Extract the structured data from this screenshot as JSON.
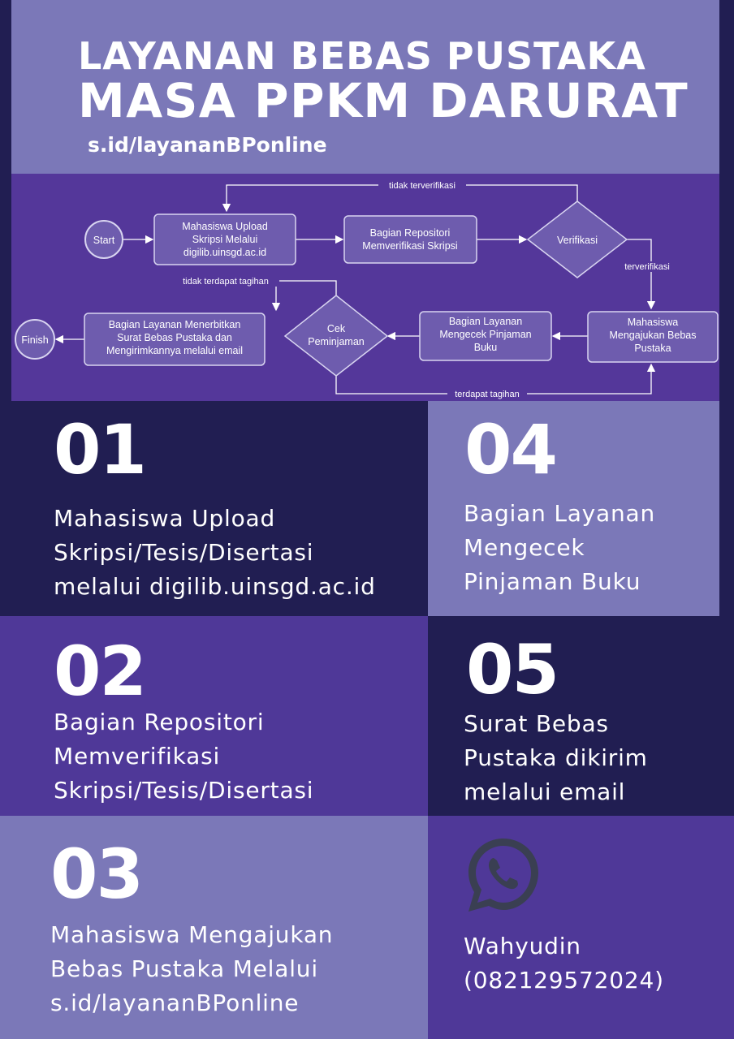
{
  "header": {
    "title_line1": "LAYANAN BEBAS PUSTAKA",
    "title_line2": "MASA PPKM DARURAT",
    "url": "s.id/layananBPonline"
  },
  "flowchart": {
    "start": "Start",
    "finish": "Finish",
    "step_upload": [
      "Mahasiswa Upload",
      "Skripsi Melalui",
      "digilib.uinsgd.ac.id"
    ],
    "step_verify_repo": [
      "Bagian Repositori",
      "Memverifikasi Skripsi"
    ],
    "decision_verify": "Verifikasi",
    "step_apply": [
      "Mahasiswa",
      "Mengajukan Bebas",
      "Pustaka"
    ],
    "step_check_loan": [
      "Bagian Layanan",
      "Mengecek Pinjaman",
      "Buku"
    ],
    "decision_loan": [
      "Cek",
      "Peminjaman"
    ],
    "step_issue": [
      "Bagian Layanan Menerbitkan",
      "Surat Bebas Pustaka dan",
      "Mengirimkannya melalui email"
    ],
    "label_not_verified": "tidak terverifikasi",
    "label_verified": "terverifikasi",
    "label_no_bill": "tidak terdapat tagihan",
    "label_bill": "terdapat tagihan"
  },
  "steps": [
    {
      "number": "01",
      "lines": [
        "Mahasiswa Upload",
        "Skripsi/Tesis/Disertasi",
        "melalui digilib.uinsgd.ac.id"
      ]
    },
    {
      "number": "02",
      "lines": [
        "Bagian Repositori",
        "Memverifikasi",
        "Skripsi/Tesis/Disertasi"
      ]
    },
    {
      "number": "03",
      "lines": [
        "Mahasiswa Mengajukan",
        "Bebas Pustaka Melalui",
        "s.id/layananBPonline"
      ]
    },
    {
      "number": "04",
      "lines": [
        "Bagian Layanan",
        "Mengecek",
        "Pinjaman Buku"
      ]
    },
    {
      "number": "05",
      "lines": [
        "Surat Bebas",
        "Pustaka dikirim",
        "melalui email"
      ]
    }
  ],
  "contact": {
    "icon": "whatsapp-icon",
    "name": "Wahyudin",
    "phone": "(082129572024)"
  },
  "colors": {
    "header_bg": "#7b78b8",
    "flow_bg": "#54379a",
    "dark_tile": "#211e52",
    "mid_tile": "#4f3898",
    "light_tile": "#7b78b8",
    "flow_box": "#6e5cae"
  }
}
